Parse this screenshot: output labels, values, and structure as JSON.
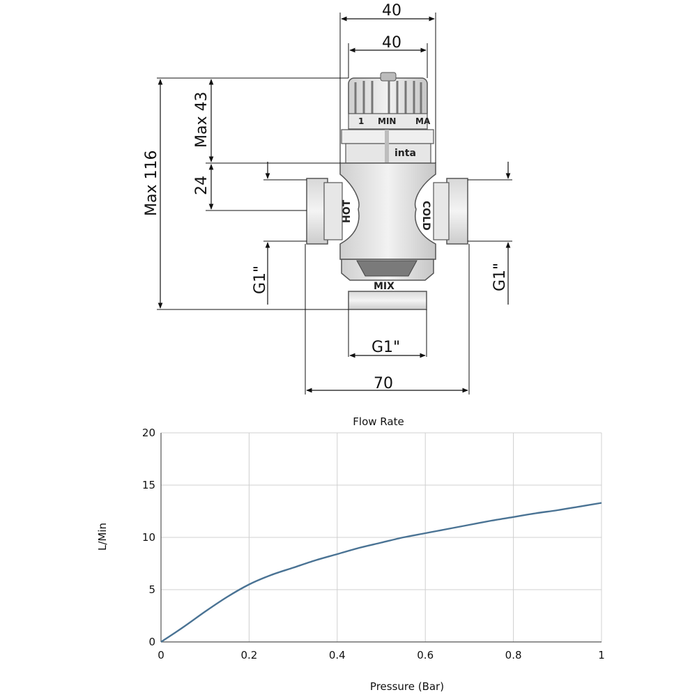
{
  "drawing": {
    "dim_top_outer": "40",
    "dim_top_inner": "40",
    "dim_max_43": "Max 43",
    "dim_24": "24",
    "dim_max_116": "Max 116",
    "dim_g1_left": "G1\"",
    "dim_g1_right": "G1\"",
    "dim_g1_bottom": "G1\"",
    "dim_70": "70",
    "knob_label_1": "1",
    "knob_label_min": "MIN",
    "knob_label_max": "MA",
    "brand": "inta",
    "label_hot": "HOT",
    "label_cold": "COLD",
    "label_mix": "MIX"
  },
  "chart_data": {
    "type": "line",
    "title": "Flow Rate",
    "xlabel": "Pressure (Bar)",
    "ylabel": "L/Min",
    "xlim": [
      0,
      1
    ],
    "ylim": [
      0,
      20
    ],
    "xticks": [
      "0",
      "0.2",
      "0.4",
      "0.6",
      "0.8",
      "1"
    ],
    "yticks": [
      "0",
      "5",
      "10",
      "15",
      "20"
    ],
    "grid": true,
    "line_color": "#4a7394",
    "series": [
      {
        "x": [
          0,
          0.05,
          0.1,
          0.15,
          0.2,
          0.25,
          0.3,
          0.35,
          0.4,
          0.45,
          0.5,
          0.55,
          0.6,
          0.65,
          0.7,
          0.75,
          0.8,
          0.85,
          0.9,
          0.95,
          1.0
        ],
        "values": [
          0,
          1.4,
          2.9,
          4.3,
          5.5,
          6.4,
          7.1,
          7.8,
          8.4,
          9.0,
          9.5,
          10.0,
          10.4,
          10.8,
          11.2,
          11.6,
          11.95,
          12.3,
          12.6,
          12.95,
          13.3
        ]
      }
    ]
  }
}
